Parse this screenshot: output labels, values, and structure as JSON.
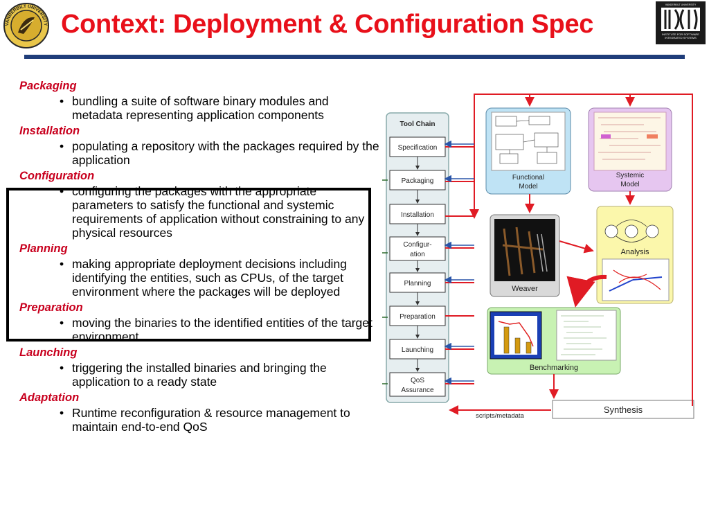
{
  "header": {
    "title": "Context: Deployment & Configuration Spec",
    "left_logo_text": "VANDERBILT UNIVERSITY",
    "right_logo_text_top": "VANDERBILT UNIVERSITY",
    "right_logo_text_bottom": "INSTITUTE FOR SOFTWARE INTEGRATED SYSTEMS",
    "title_color": "#e8101a",
    "rule_color": "#1f3d7a"
  },
  "sections": [
    {
      "heading": "Packaging",
      "bullet": "bundling a suite of software binary modules and metadata representing application components"
    },
    {
      "heading": "Installation",
      "bullet": "populating a repository with the packages required by the application"
    },
    {
      "heading": "Configuration",
      "bullet": "configuring the packages with the appropriate parameters to satisfy the functional and systemic requirements of application without constraining to any  physical resources"
    },
    {
      "heading": "Planning",
      "bullet": "making appropriate deployment decisions including identifying the entities, such as CPUs, of the target environment where the packages will be deployed"
    },
    {
      "heading": "Preparation",
      "bullet": "moving the binaries to the identified entities of the target environment"
    },
    {
      "heading": "Launching",
      "bullet": "triggering the installed binaries and bringing the application to a ready state"
    },
    {
      "heading": "Adaptation",
      "bullet": "Runtime reconfiguration & resource management to maintain end-to-end QoS"
    }
  ],
  "bullet_char": "•",
  "heading_color": "#c8001e",
  "diagram": {
    "toolchain_title": "Tool Chain",
    "steps": [
      "Specification",
      "Packaging",
      "Installation",
      "Configur-",
      "ation",
      "Planning",
      "Preparation",
      "Launching",
      "QoS",
      "Assurance"
    ],
    "functional_model": [
      "Functional",
      "Model"
    ],
    "systemic_model": [
      "Systemic",
      "Model"
    ],
    "weaver": "Weaver",
    "analysis": "Analysis",
    "benchmarking": "Benchmarking",
    "synthesis": "Synthesis",
    "scripts_label": "scripts/metadata",
    "arrow_color": "#e01b24",
    "flow_color": "#2a55a8"
  }
}
